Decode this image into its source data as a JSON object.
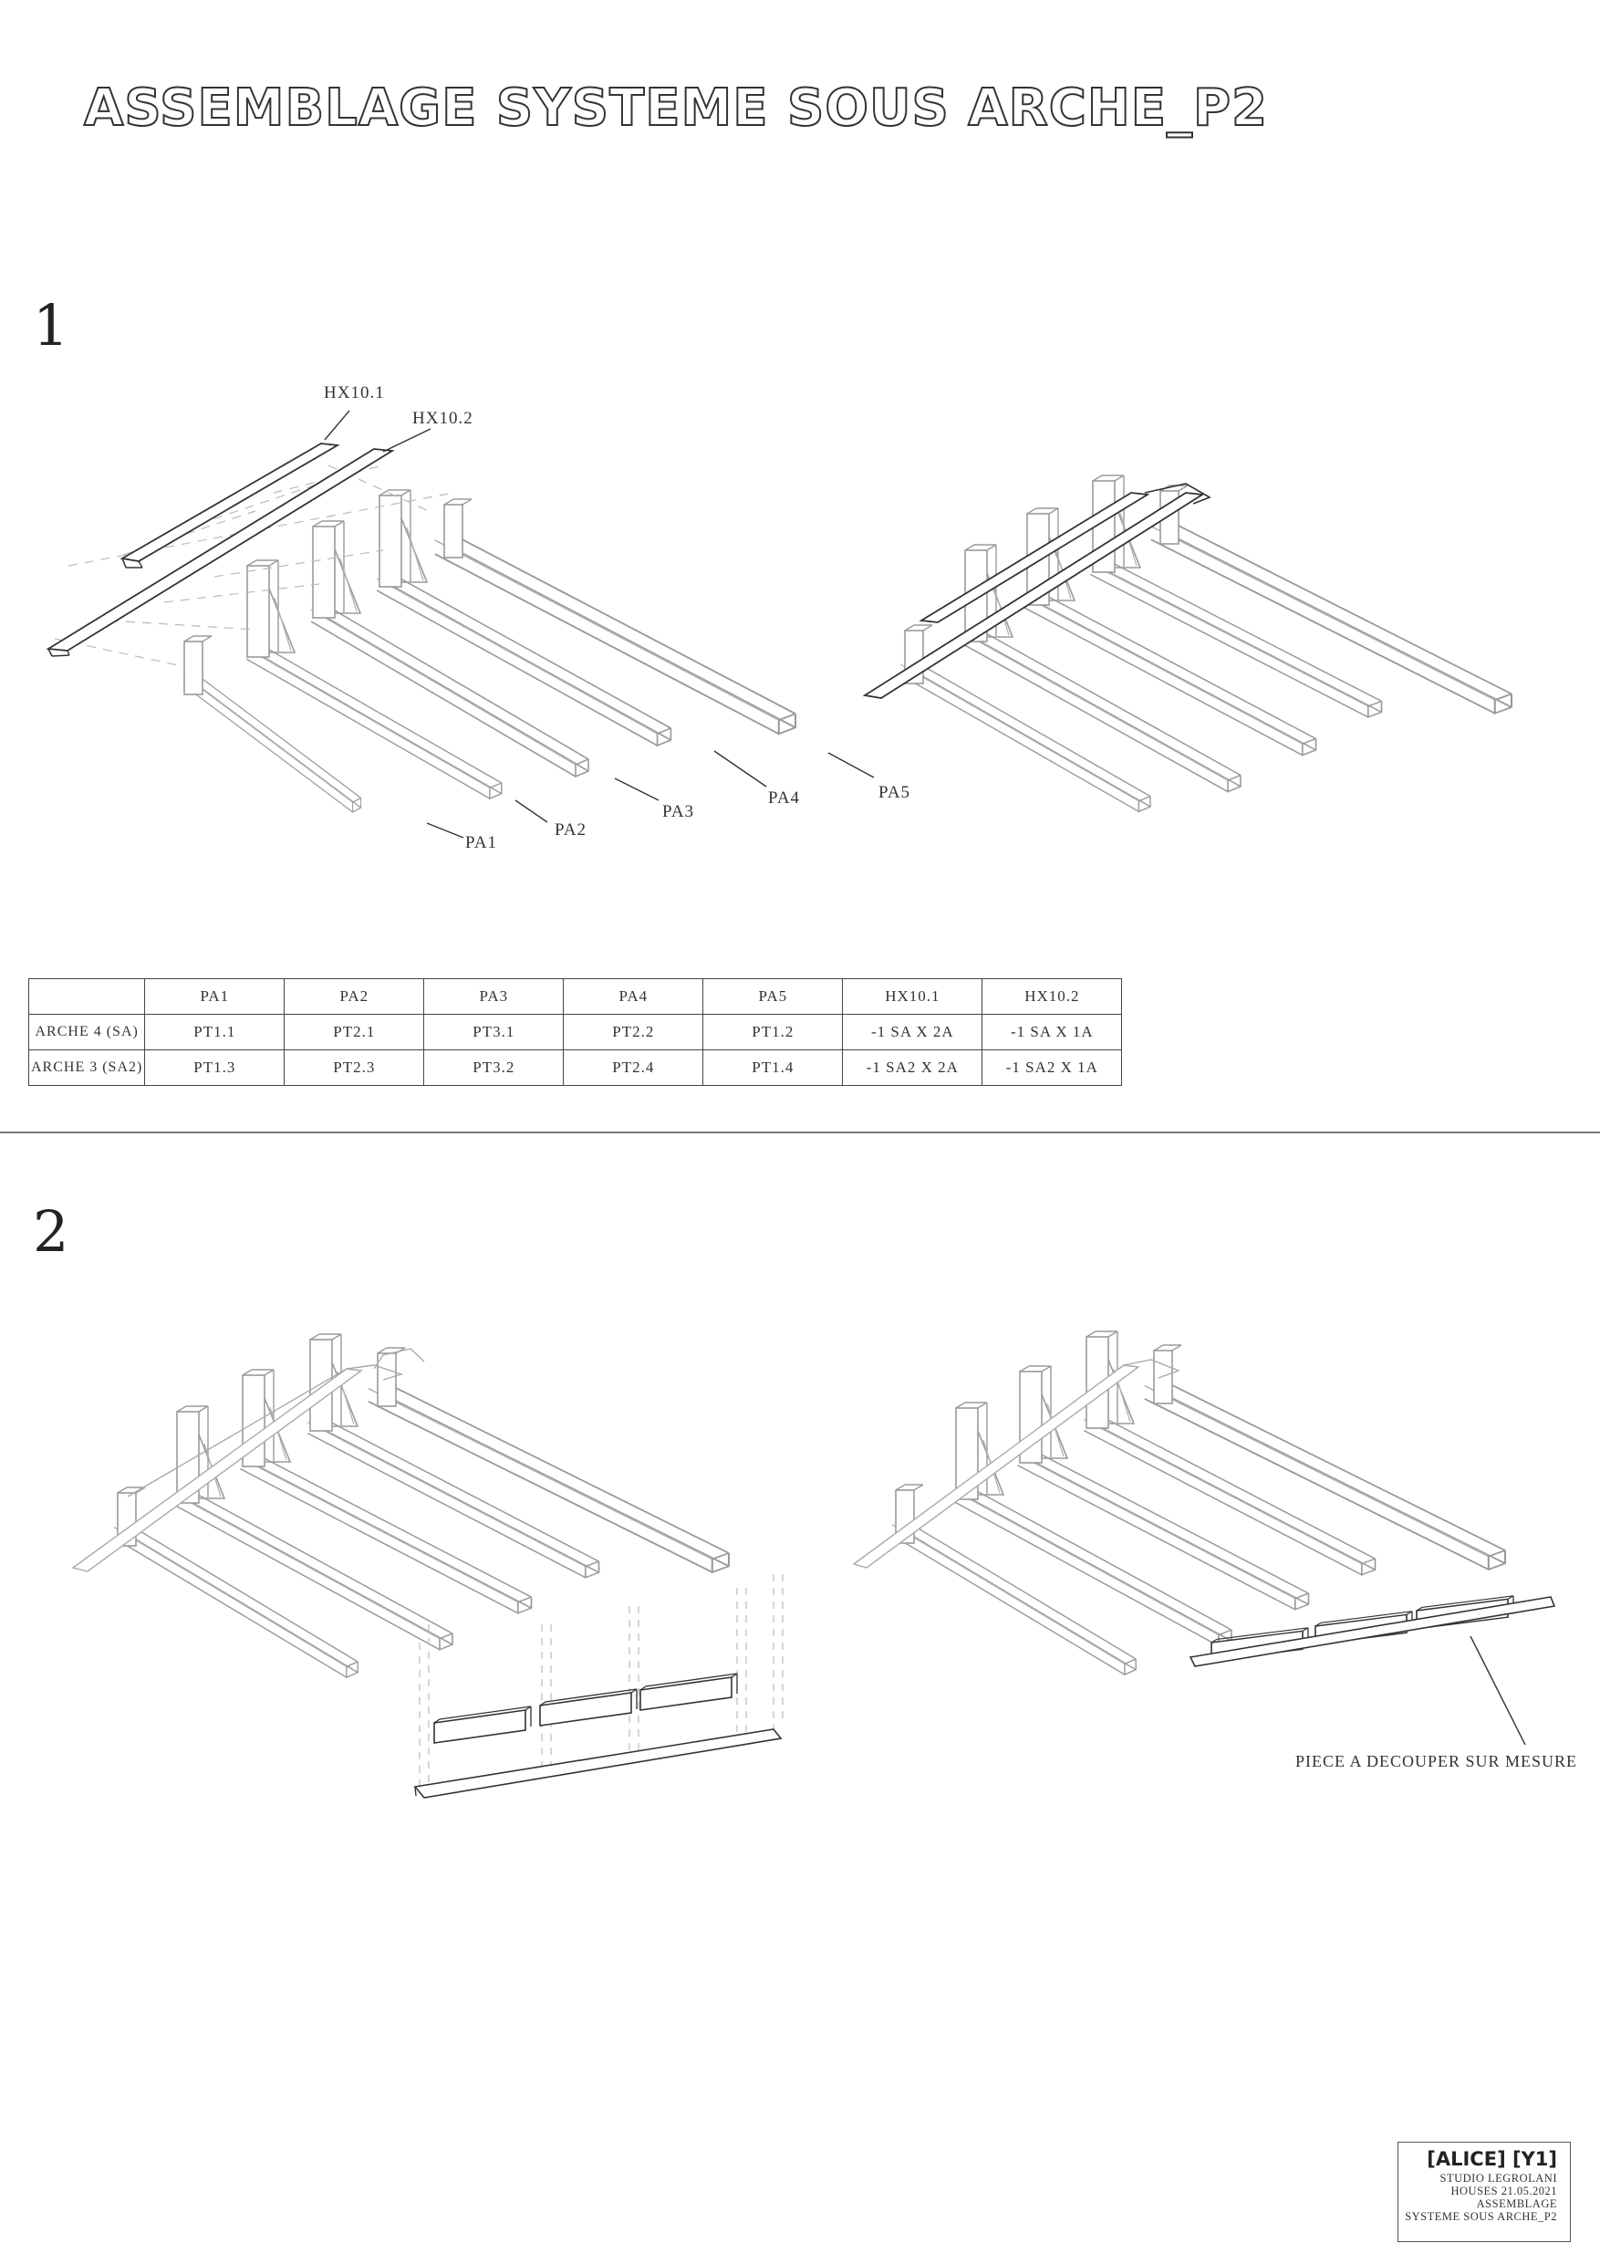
{
  "page": {
    "title": "ASSEMBLAGE SYSTEME SOUS ARCHE_P2",
    "step1": "1",
    "step2": "2"
  },
  "labels": {
    "hx1": "HX10.1",
    "hx2": "HX10.2",
    "pa1": "PA1",
    "pa2": "PA2",
    "pa3": "PA3",
    "pa4": "PA4",
    "pa5": "PA5",
    "cut_note": "PIECE A DECOUPER SUR MESURE"
  },
  "table": {
    "headers": [
      "PA1",
      "PA2",
      "PA3",
      "PA4",
      "PA5",
      "HX10.1",
      "HX10.2"
    ],
    "rows": [
      {
        "label": "ARCHE 4 (SA)",
        "cells": [
          "PT1.1",
          "PT2.1",
          "PT3.1",
          "PT2.2",
          "PT1.2",
          "-1 SA X 2A",
          "-1 SA X 1A"
        ]
      },
      {
        "label": "ARCHE 3 (SA2)",
        "cells": [
          "PT1.3",
          "PT2.3",
          "PT3.2",
          "PT2.4",
          "PT1.4",
          "-1 SA2 X 2A",
          "-1 SA2 X 1A"
        ]
      }
    ]
  },
  "titleblock": {
    "head": "[ALICE] [Y1]",
    "lines": [
      "STUDIO LEGROLANI",
      "HOUSES 21.05.2021",
      "ASSEMBLAGE",
      "SYSTEME SOUS ARCHE_P2"
    ]
  },
  "colors": {
    "line": "#333333",
    "light_line": "#aaaaaa",
    "background": "#ffffff"
  }
}
